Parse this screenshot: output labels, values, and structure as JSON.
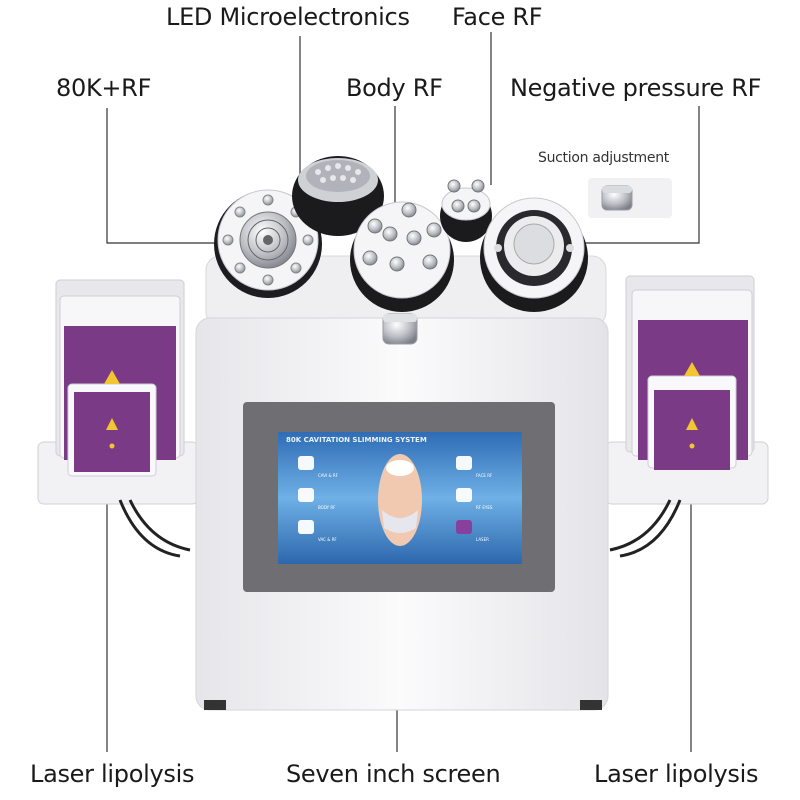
{
  "labels": {
    "led_micro": "LED Microelectronics",
    "face_rf": "Face RF",
    "k80_rf": "80K+RF",
    "body_rf": "Body RF",
    "negative_pressure_rf": "Negative pressure RF",
    "suction_adjustment": "Suction adjustment",
    "laser_left": "Laser lipolysis",
    "seven_inch_screen": "Seven inch screen",
    "laser_right": "Laser lipolysis"
  },
  "screen": {
    "title": "80K CAVITATION SLIMMING SYSTEM",
    "items": [
      "CAVI & RF",
      "BODY RF",
      "FACE RF",
      "VAC & RF",
      "RF EYES",
      "LASER"
    ]
  },
  "colors": {
    "pad_purple": "#7b3a86",
    "screen_blue": "#3c7fc6",
    "device_white": "#f4f4f6",
    "bezel_gray": "#6f6f73"
  }
}
